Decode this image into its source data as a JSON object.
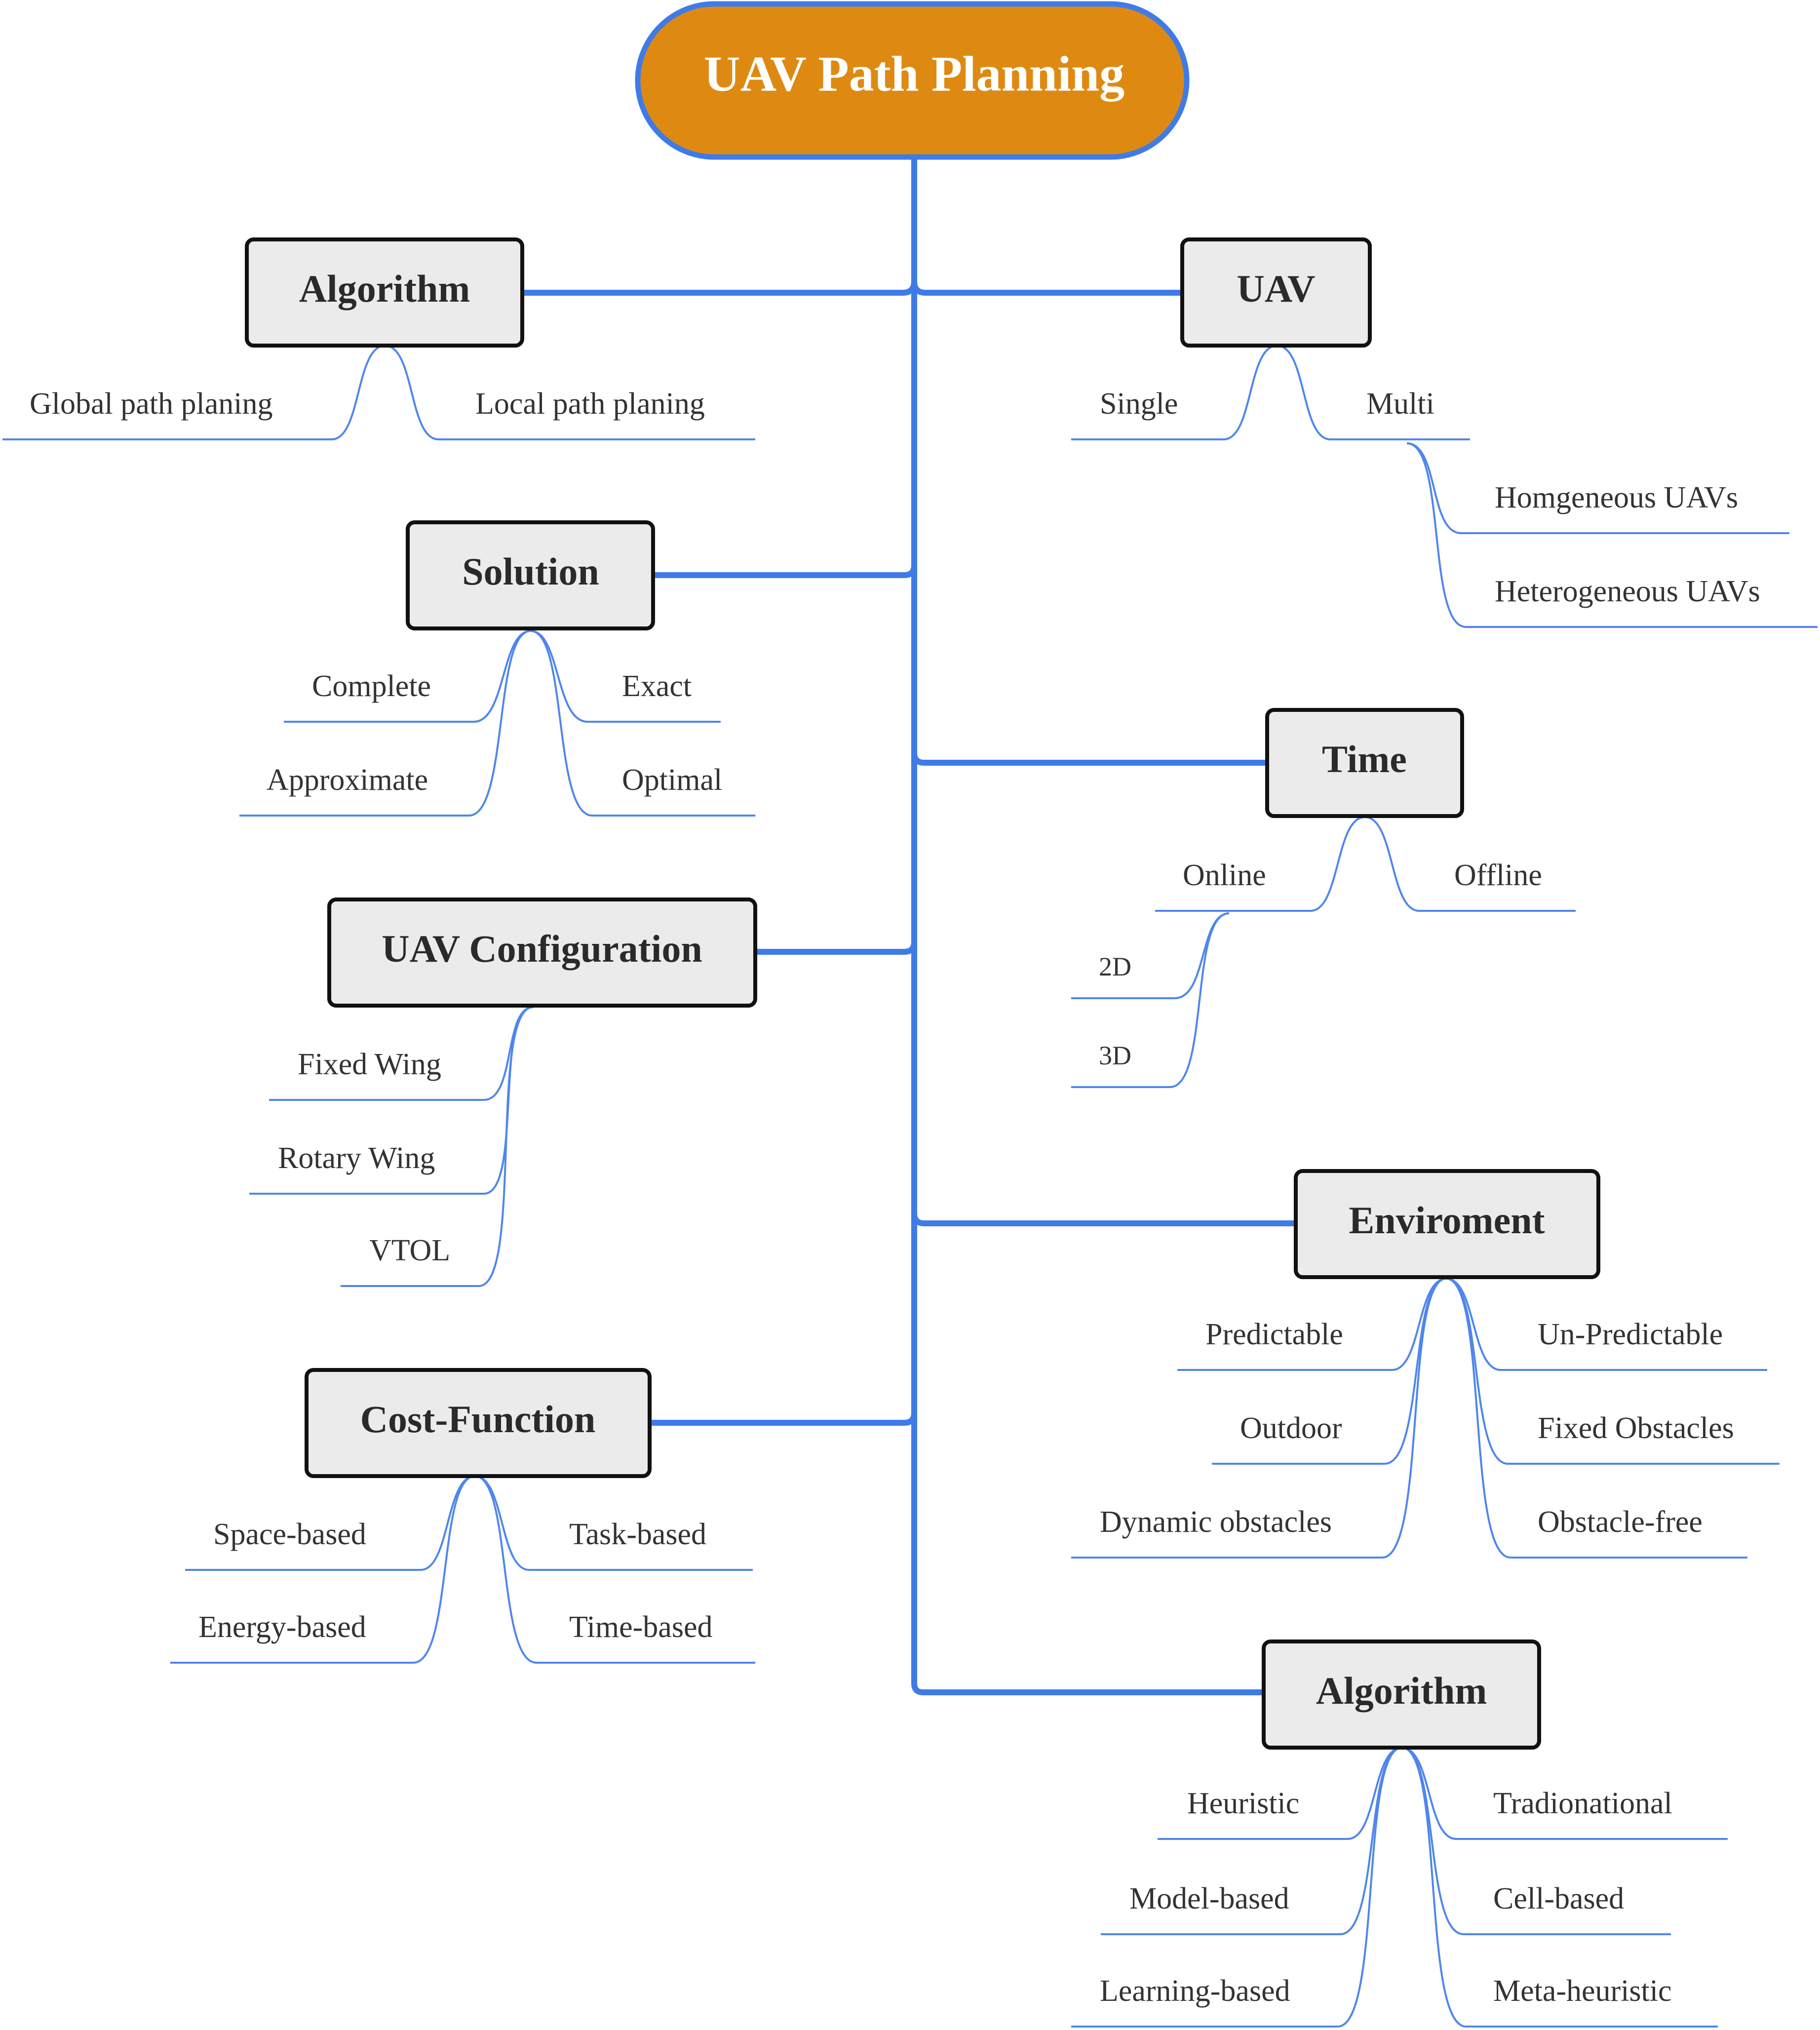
{
  "root": {
    "label": "UAV Path Planning"
  },
  "categories": {
    "algorithm_left": {
      "label": "Algorithm",
      "items": [
        "Global path planing",
        "Local path planing"
      ]
    },
    "solution": {
      "label": "Solution",
      "items": [
        "Complete",
        "Approximate",
        "Exact",
        "Optimal"
      ]
    },
    "uav_configuration": {
      "label": "UAV Configuration",
      "items": [
        "Fixed Wing",
        "Rotary Wing",
        "VTOL"
      ]
    },
    "cost_function": {
      "label": "Cost-Function",
      "items": [
        "Space-based",
        "Energy-based",
        "Task-based",
        "Time-based"
      ]
    },
    "uav": {
      "label": "UAV",
      "items": [
        "Single",
        "Multi"
      ],
      "multi_items": [
        "Homgeneous UAVs",
        "Heterogeneous UAVs"
      ]
    },
    "time": {
      "label": "Time",
      "items": [
        "Online",
        "Offline"
      ],
      "online_items": [
        "2D",
        "3D"
      ]
    },
    "environment": {
      "label": "Enviroment",
      "items": [
        "Predictable",
        "Outdoor",
        "Dynamic obstacles",
        "Un-Predictable",
        "Fixed Obstacles",
        "Obstacle-free"
      ]
    },
    "algorithm_right": {
      "label": "Algorithm",
      "items": [
        "Heuristic",
        "Model-based",
        "Learning-based",
        "Tradionational",
        "Cell-based",
        "Meta-heuristic"
      ]
    }
  }
}
